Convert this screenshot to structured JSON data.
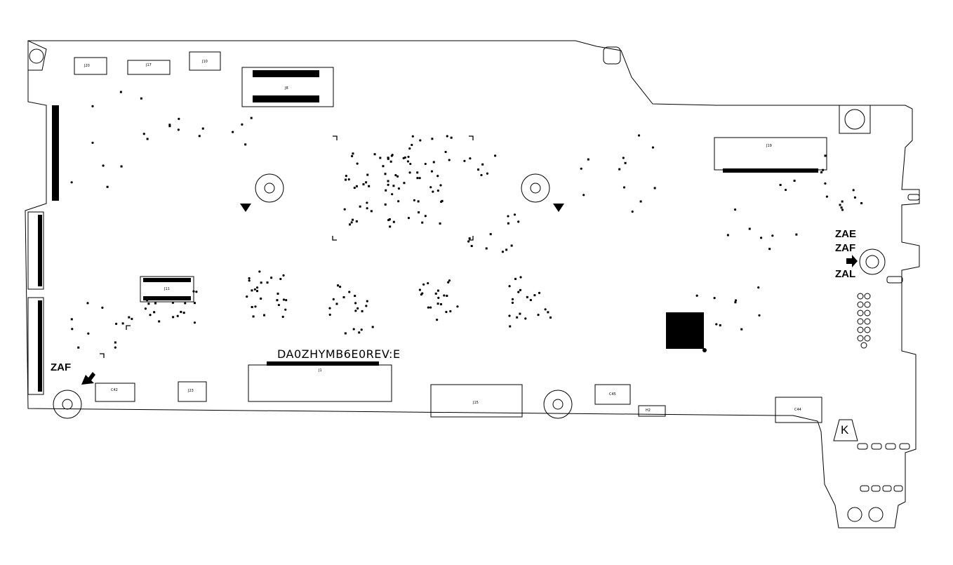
{
  "board": {
    "model": "DA0ZHYMB6E0",
    "revision": "REV:E",
    "reference_text": "DA0ZHYMB6E0REV:E",
    "vendor_mark": "K"
  },
  "callouts": [
    {
      "id": "zae-right",
      "text": "ZAE"
    },
    {
      "id": "zaf-right",
      "text": "ZAF"
    },
    {
      "id": "zal-right",
      "text": "ZAL"
    },
    {
      "id": "zaf-left",
      "text": "ZAF"
    }
  ],
  "connectors": [
    {
      "id": "j20",
      "label": "J20"
    },
    {
      "id": "j17",
      "label": "J17"
    },
    {
      "id": "j10",
      "label": "J10"
    },
    {
      "id": "j19",
      "label": "J19"
    },
    {
      "id": "j15",
      "label": "J15"
    },
    {
      "id": "j8",
      "label": "J8"
    },
    {
      "id": "j11",
      "label": "J11"
    },
    {
      "id": "j1",
      "label": "J1"
    },
    {
      "id": "c42",
      "label": "C42"
    },
    {
      "id": "j23",
      "label": "J23"
    },
    {
      "id": "c45",
      "label": "C45"
    },
    {
      "id": "c44",
      "label": "C44"
    },
    {
      "id": "h2",
      "label": "H2"
    }
  ],
  "colors": {
    "ink": "#000000",
    "board": "#ffffff"
  }
}
